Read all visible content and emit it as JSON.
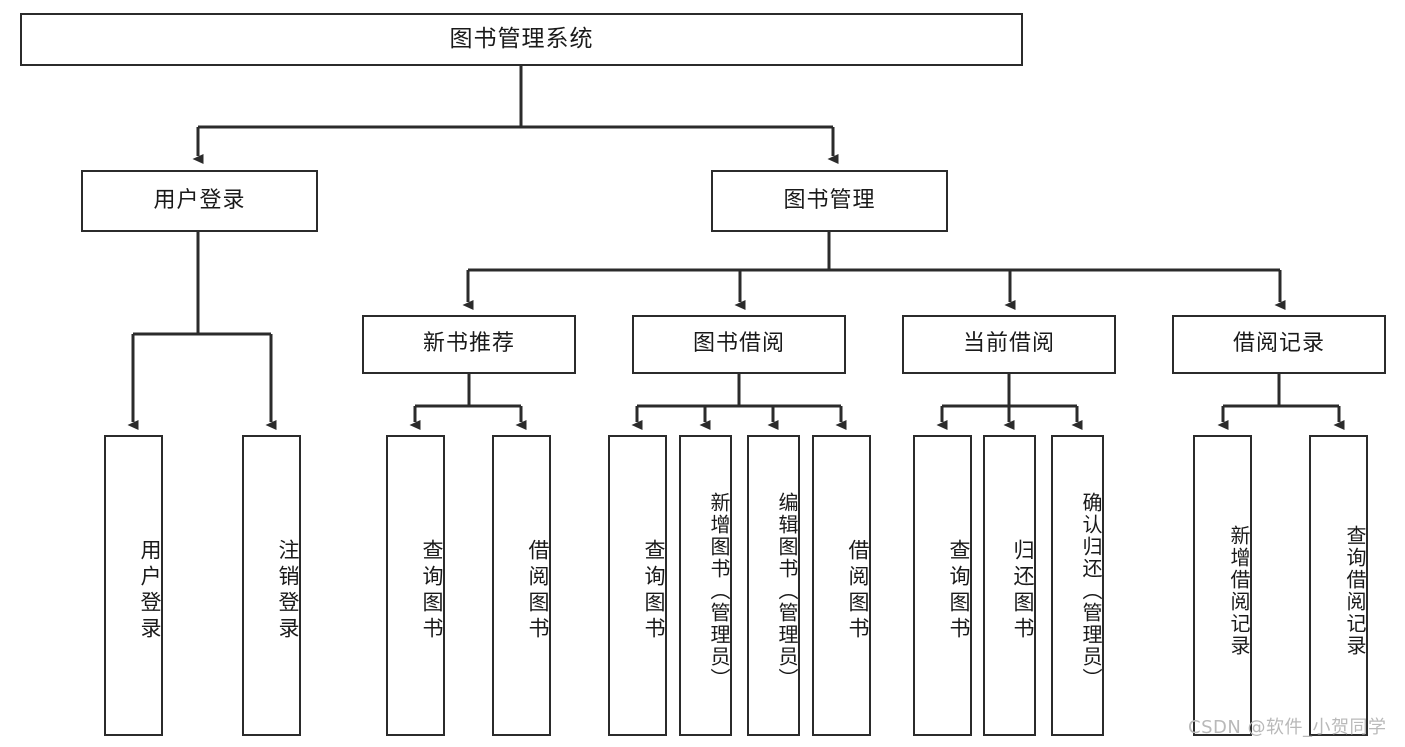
{
  "diagram": {
    "type": "tree-hierarchy",
    "title": "图书管理系统",
    "root": {
      "id": "root",
      "label": "图书管理系统"
    },
    "level2": [
      {
        "id": "user-login",
        "label": "用户登录"
      },
      {
        "id": "book-manage",
        "label": "图书管理"
      }
    ],
    "level3": [
      {
        "id": "new-book-rec",
        "label": "新书推荐",
        "parent": "book-manage"
      },
      {
        "id": "book-borrow",
        "label": "图书借阅",
        "parent": "book-manage"
      },
      {
        "id": "current-borrow",
        "label": "当前借阅",
        "parent": "book-manage"
      },
      {
        "id": "borrow-record",
        "label": "借阅记录",
        "parent": "book-manage"
      }
    ],
    "leaves": [
      {
        "id": "leaf-user-login",
        "label": "用户登录",
        "parent": "user-login"
      },
      {
        "id": "leaf-user-logout",
        "label": "注销登录",
        "parent": "user-login"
      },
      {
        "id": "leaf-query-book-1",
        "label": "查询图书",
        "parent": "new-book-rec"
      },
      {
        "id": "leaf-borrow-book-1",
        "label": "借阅图书",
        "parent": "new-book-rec"
      },
      {
        "id": "leaf-query-book-2",
        "label": "查询图书",
        "parent": "book-borrow"
      },
      {
        "id": "leaf-add-book",
        "label": "新增图书（管理员）",
        "parent": "book-borrow"
      },
      {
        "id": "leaf-edit-book",
        "label": "编辑图书（管理员）",
        "parent": "book-borrow"
      },
      {
        "id": "leaf-borrow-book-2",
        "label": "借阅图书",
        "parent": "book-borrow"
      },
      {
        "id": "leaf-query-book-3",
        "label": "查询图书",
        "parent": "current-borrow"
      },
      {
        "id": "leaf-return-book",
        "label": "归还图书",
        "parent": "current-borrow"
      },
      {
        "id": "leaf-confirm-return",
        "label": "确认归还（管理员）",
        "parent": "current-borrow"
      },
      {
        "id": "leaf-add-record",
        "label": "新增借阅记录",
        "parent": "borrow-record"
      },
      {
        "id": "leaf-query-record",
        "label": "查询借阅记录",
        "parent": "borrow-record"
      }
    ]
  },
  "watermark": {
    "text": "CSDN @软件_小贺同学"
  },
  "colors": {
    "stroke": "#2b2b2b",
    "background": "#ffffff",
    "text": "#1a1a1a",
    "watermark": "#b9b9b9"
  }
}
